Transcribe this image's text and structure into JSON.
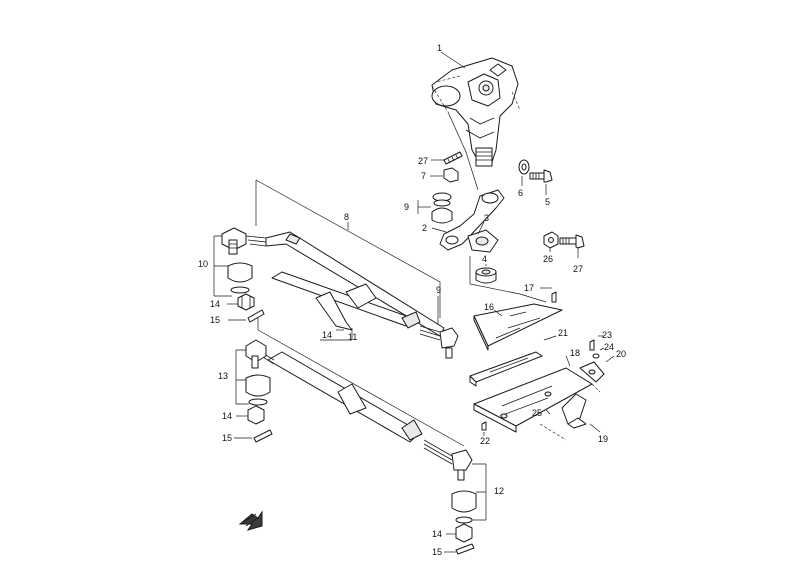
{
  "callouts": {
    "c1": "1",
    "c2": "2",
    "c3": "3",
    "c4": "4",
    "c5": "5",
    "c6": "6",
    "c7": "7",
    "c8": "8",
    "c9a": "9",
    "c9b": "9",
    "c10": "10",
    "c11": "11",
    "c12": "12",
    "c13": "13",
    "c14a": "14",
    "c14b": "14",
    "c14c": "14",
    "c14d": "14",
    "c15a": "15",
    "c15b": "15",
    "c15c": "15",
    "c16": "16",
    "c17": "17",
    "c18": "18",
    "c19": "19",
    "c20": "20",
    "c21": "21",
    "c22": "22",
    "c23": "23",
    "c24": "24",
    "c25": "25",
    "c26": "26",
    "c27a": "27",
    "c27b": "27"
  },
  "icons": {
    "front_arrow": "front-direction-arrow-icon"
  }
}
